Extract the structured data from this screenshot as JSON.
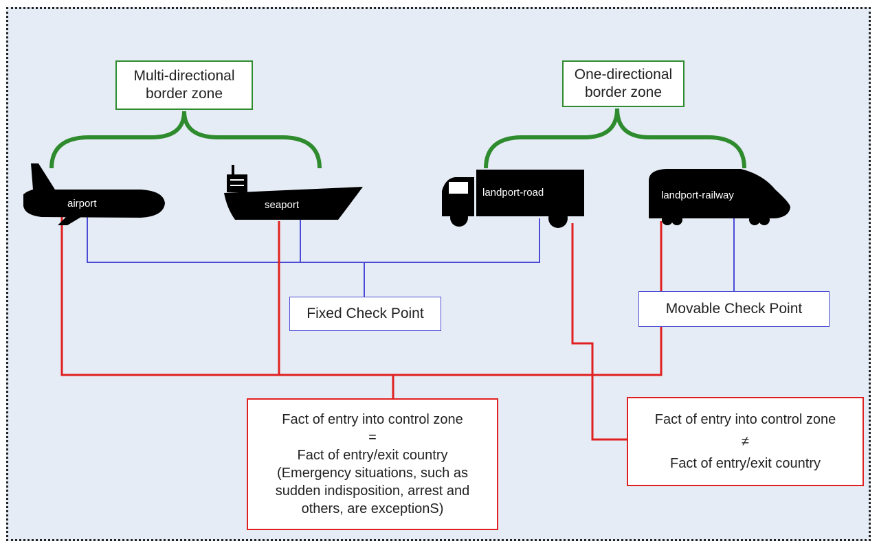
{
  "zones": {
    "multi": {
      "line1": "Multi-directional",
      "line2": "border zone"
    },
    "one": {
      "line1": "One-directional",
      "line2": "border zone"
    }
  },
  "vehicles": {
    "airport": "airport",
    "seaport": "seaport",
    "road": "landport-road",
    "railway": "landport-railway"
  },
  "checkpoints": {
    "fixed": "Fixed Check Point",
    "movable": "Movable Check Point"
  },
  "facts": {
    "equal": {
      "line1": "Fact of entry into control zone",
      "symbol": "=",
      "line2": "Fact of entry/exit country",
      "line3": "(Emergency situations, such as",
      "line4": "sudden indisposition, arrest and",
      "line5": "others, are exceptionS)"
    },
    "notequal": {
      "line1": "Fact of entry into control zone",
      "symbol": "≠",
      "line2": "Fact of entry/exit country"
    }
  },
  "colors": {
    "background": "#e6ecf5",
    "zone_brace": "#2e8b2e",
    "check_point_lines": "#4b4bd6",
    "fact_lines": "#e02020",
    "vehicles": "#000000"
  }
}
